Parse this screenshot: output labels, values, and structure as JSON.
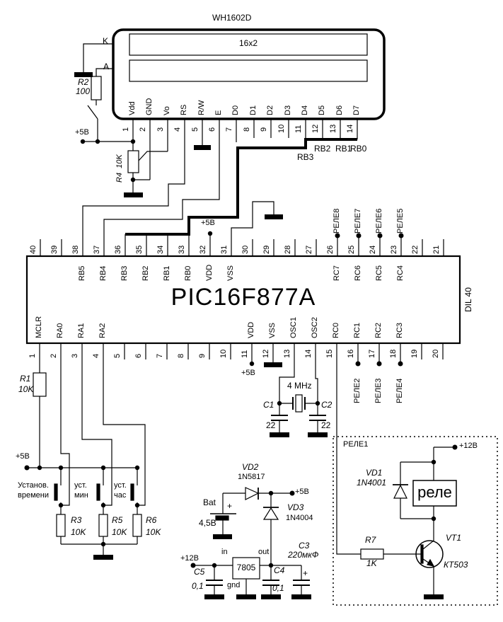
{
  "supply": {
    "v5": "+5В",
    "v12": "+12В"
  },
  "lcd": {
    "title": "WH1602D",
    "screen": "16x2",
    "cathode": "K",
    "anode": "A",
    "pin_numbers": [
      "1",
      "2",
      "3",
      "4",
      "5",
      "6",
      "7",
      "8",
      "9",
      "10",
      "11",
      "12",
      "13",
      "14"
    ],
    "pin_names": [
      "Vdd",
      "GND",
      "Vo",
      "RS",
      "R/W",
      "E",
      "D0",
      "D1",
      "D2",
      "D3",
      "D4",
      "D5",
      "D6",
      "D7"
    ]
  },
  "r2": {
    "ref": "R2",
    "value": "100"
  },
  "r4": {
    "label": "R4  10K"
  },
  "bus": {
    "rb3": "RB3",
    "rb2": "RB2",
    "rb1": "RB1",
    "rb0": "RB0"
  },
  "mcu": {
    "title": "PIC16F877A",
    "package": "DIL 40",
    "top_numbers": [
      "40",
      "39",
      "38",
      "37",
      "36",
      "35",
      "34",
      "33",
      "32",
      "31",
      "30",
      "29",
      "28",
      "27",
      "26",
      "25",
      "24",
      "23",
      "22",
      "21"
    ],
    "top_names": {
      "p38": "RB5",
      "p37": "RB4",
      "p36": "RB3",
      "p35": "RB2",
      "p34": "RB1",
      "p33": "RB0",
      "p32": "VDD",
      "p31": "VSS",
      "p26": "RC7",
      "p25": "RC6",
      "p24": "RC5",
      "p23": "RC4"
    },
    "bottom_numbers": [
      "1",
      "2",
      "3",
      "4",
      "5",
      "6",
      "7",
      "8",
      "9",
      "10",
      "11",
      "12",
      "13",
      "14",
      "15",
      "16",
      "17",
      "18",
      "19",
      "20"
    ],
    "bottom_names": {
      "p1": "MCLR",
      "p2": "RA0",
      "p3": "RA1",
      "p4": "RA2",
      "p11": "VDD",
      "p12": "VSS",
      "p13": "OSC1",
      "p14": "OSC2",
      "p15": "RC0",
      "p16": "RC1",
      "p17": "RC2",
      "p18": "RC3"
    }
  },
  "relays": {
    "box": "РЕЛЕ1",
    "top": [
      "РЕЛЕ8",
      "РЕЛЕ7",
      "РЕЛЕ6",
      "РЕЛЕ5"
    ],
    "bottom": [
      "РЕЛЕ2",
      "РЕЛЕ3",
      "РЕЛЕ4"
    ]
  },
  "r1": {
    "ref": "R1",
    "value": "10K"
  },
  "buttons": [
    {
      "l1": "Установ.",
      "l2": "времени"
    },
    {
      "l1": "уст.",
      "l2": "мин"
    },
    {
      "l1": "уст.",
      "l2": "час"
    }
  ],
  "rpull": [
    {
      "ref": "R3",
      "value": "10K"
    },
    {
      "ref": "R5",
      "value": "10K"
    },
    {
      "ref": "R6",
      "value": "10K"
    }
  ],
  "osc": {
    "freq": "4 MHz",
    "c1": "C1",
    "c1v": "22",
    "c2": "C2",
    "c2v": "22"
  },
  "bat": {
    "label": "Bat",
    "plus": "+",
    "value": "4,5В"
  },
  "vd1": {
    "ref": "VD1",
    "part": "1N4001"
  },
  "vd2": {
    "ref": "VD2",
    "part": "1N5817"
  },
  "vd3": {
    "ref": "VD3",
    "part": "1N4004"
  },
  "reg": {
    "chip": "7805",
    "pin_in": "in",
    "pin_out": "out",
    "pin_gnd": "gnd"
  },
  "c5": {
    "ref": "C5",
    "value": "0,1"
  },
  "c4": {
    "ref": "C4",
    "value": "0,1"
  },
  "c3": {
    "ref": "C3",
    "value": "220мкФ",
    "plus": "+"
  },
  "relay1": {
    "coil": "реле",
    "r7": "R7",
    "r7v": "1K",
    "vt": "VT1",
    "vt_part": "КТ503"
  }
}
